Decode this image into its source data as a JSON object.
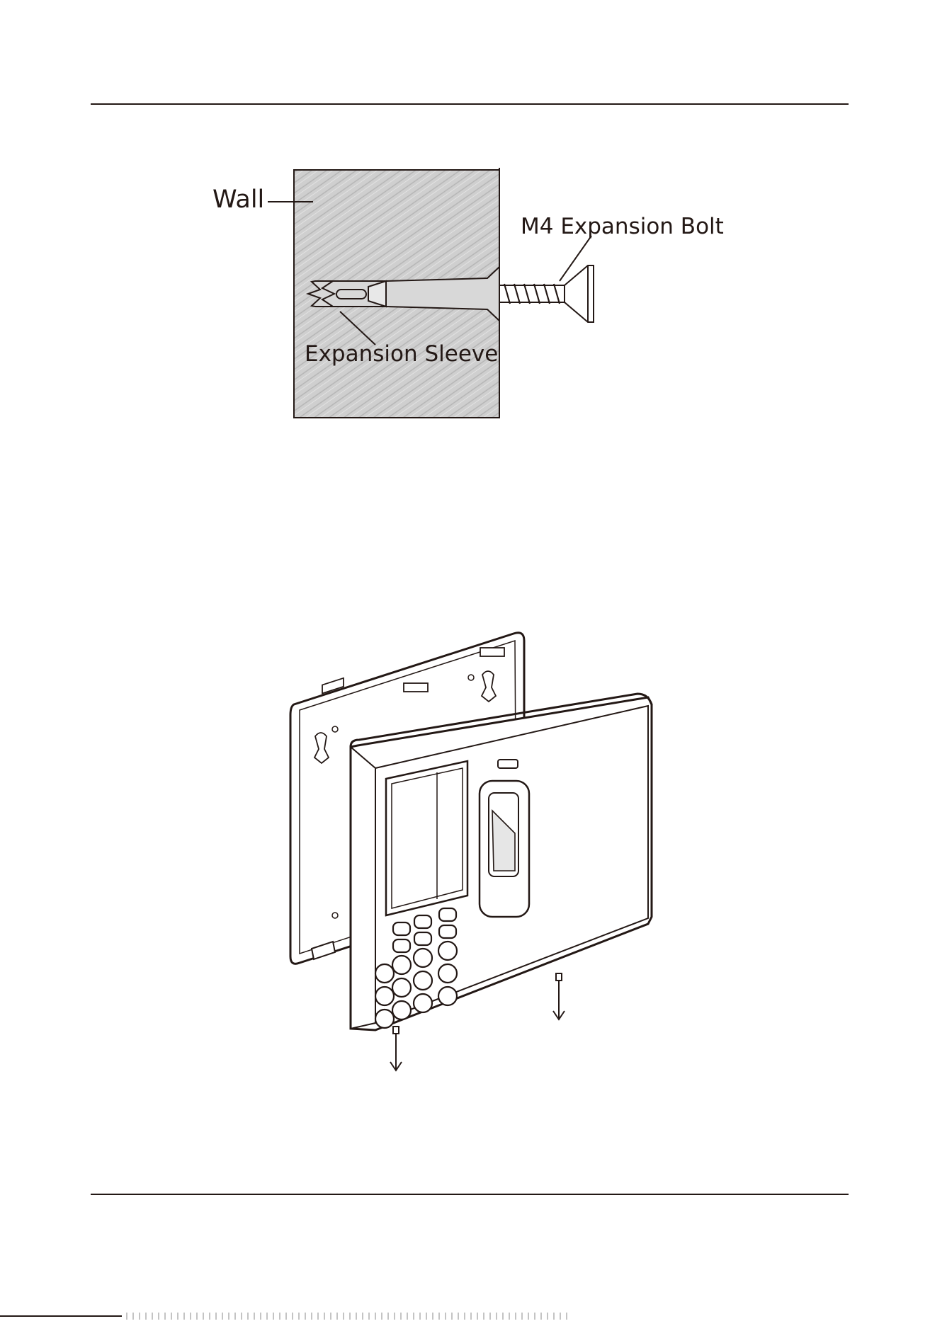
{
  "figure_bolt": {
    "labels": {
      "wall": "Wall",
      "bolt": "M4 Expansion Bolt",
      "sleeve": "Expansion Sleeve"
    }
  },
  "figure_device": {
    "icons": [
      "mounting-plate-icon",
      "terminal-front-cover-icon",
      "screw-down-arrow-icon"
    ]
  },
  "colors": {
    "ink": "#231815",
    "wall_fill": "#cfcfcf"
  }
}
